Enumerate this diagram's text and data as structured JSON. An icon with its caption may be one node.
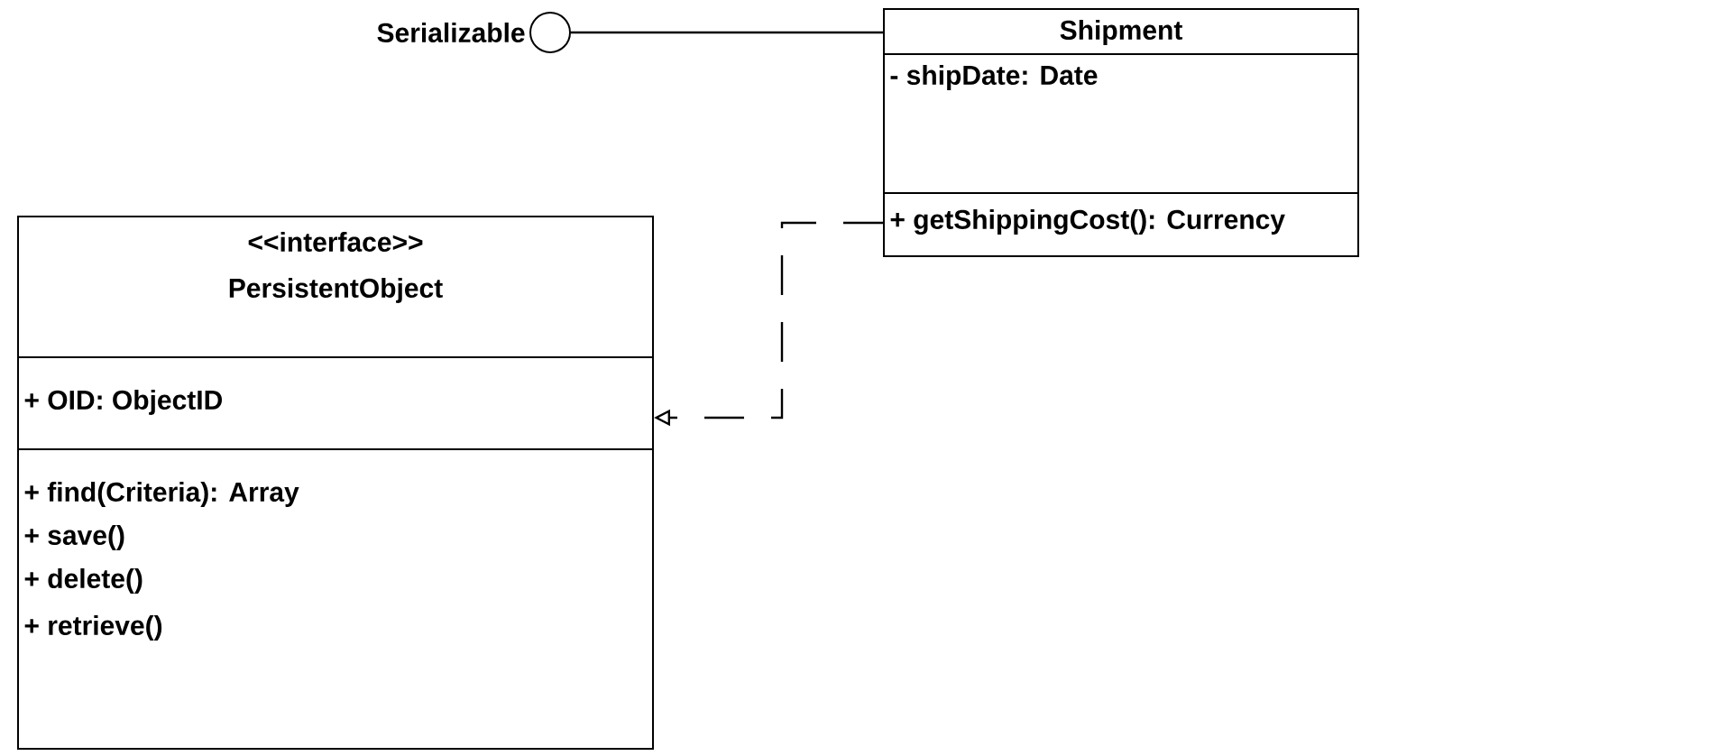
{
  "diagram": {
    "nodes": [
      {
        "text": [],
        "shape": "circle",
        "beside": [
          "Serializable"
        ]
      },
      {
        "text": [
          "Shipment",
          "- shipDate: Date",
          "+ getShippingCost(): Currency"
        ]
      },
      {
        "text": [
          "<<interface>>",
          "PersistentObject",
          "+ OID: ObjectID",
          "+ find(Criteria): Array",
          "+ save()",
          "+ delete()",
          "+ retrieve()"
        ]
      }
    ],
    "edges": [
      {
        "from": 0,
        "to": 1,
        "arrow": "none"
      },
      {
        "from": 1,
        "to": 2,
        "arrow": "to",
        "style": "dashed"
      }
    ]
  }
}
